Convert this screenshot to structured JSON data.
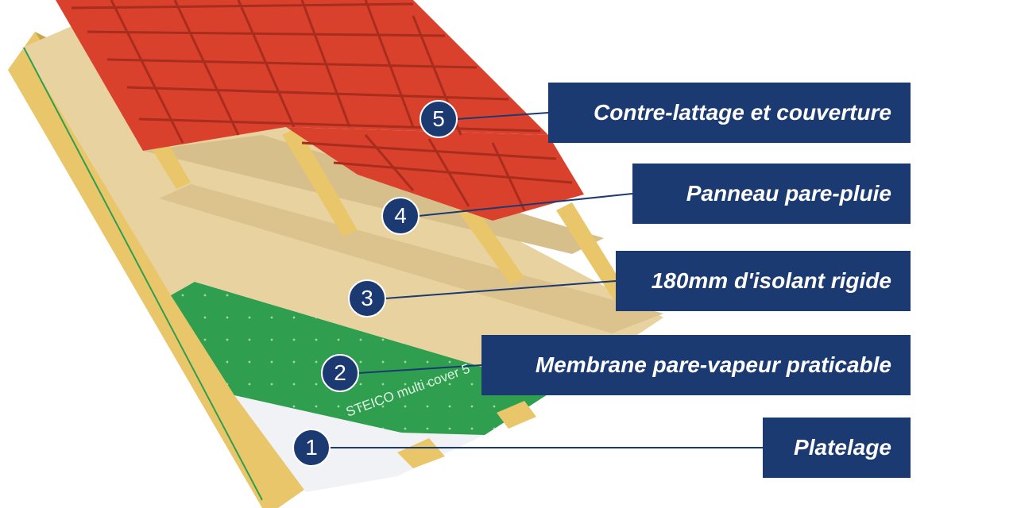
{
  "brand_print": "STEICO multi cover 5",
  "colors": {
    "label_background": "#1b3a71",
    "label_text": "#ffffff",
    "wood_fibre": "#e8d3a0",
    "tile": "#d9412c",
    "membrane": "#2f9e4e",
    "decking": "#f1f2f5",
    "rafter": "#e9c66a"
  },
  "layers": [
    {
      "number": "5",
      "label": "Contre-lattage et couverture"
    },
    {
      "number": "4",
      "label": "Panneau pare-pluie"
    },
    {
      "number": "3",
      "label": "180mm d'isolant rigide"
    },
    {
      "number": "2",
      "label": "Membrane pare-vapeur praticable"
    },
    {
      "number": "1",
      "label": "Platelage"
    }
  ]
}
